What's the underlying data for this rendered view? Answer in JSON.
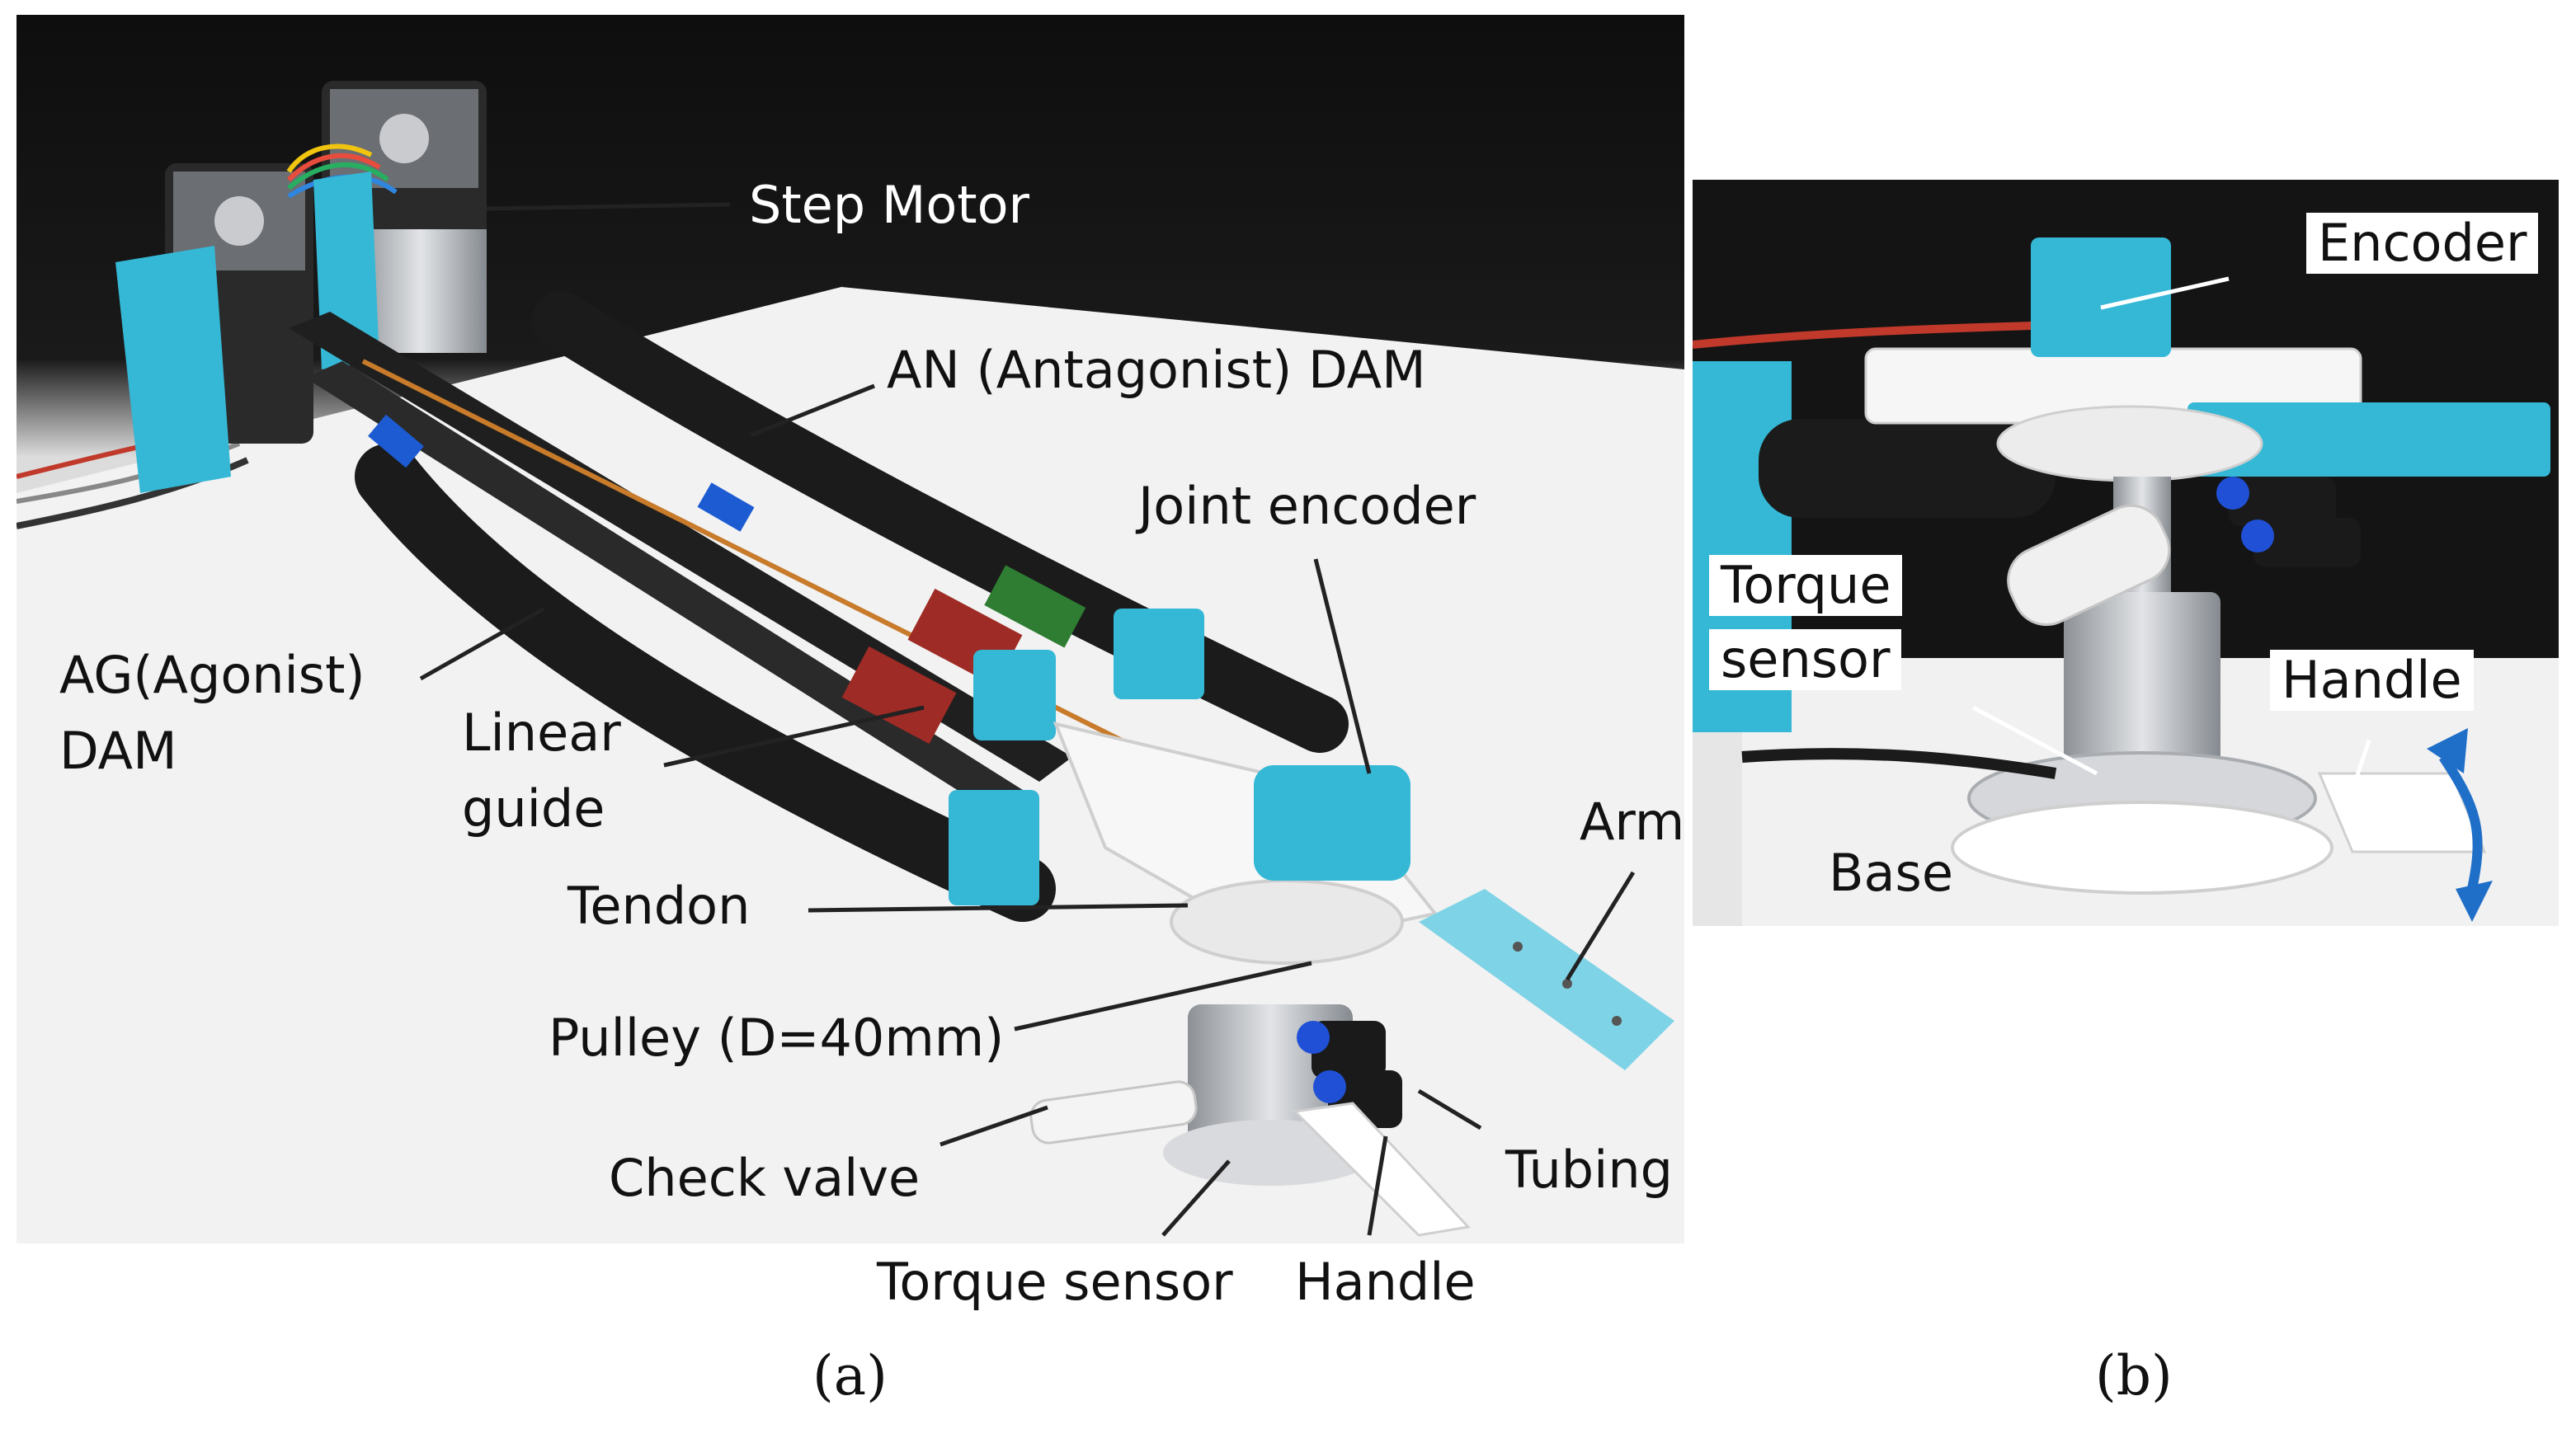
{
  "panel_a": {
    "caption": "(a)",
    "labels": {
      "step_motor": "Step Motor",
      "an_dam": "AN (Antagonist) DAM",
      "joint_encoder": "Joint encoder",
      "ag_dam_line1": "AG(Agonist)",
      "ag_dam_line2": "DAM",
      "linear_guide_line1": "Linear",
      "linear_guide_line2": "guide",
      "tendon": "Tendon",
      "arm": "Arm",
      "pulley": "Pulley (D=40mm)",
      "check_valve": "Check valve",
      "tubing": "Tubing",
      "torque_sensor": "Torque sensor",
      "handle": "Handle"
    }
  },
  "panel_b": {
    "caption": "(b)",
    "labels": {
      "encoder": "Encoder",
      "torque_sensor_line1": "Torque",
      "torque_sensor_line2": "sensor",
      "handle": "Handle",
      "base": "Base"
    }
  },
  "colors": {
    "backdrop_dark": "#151515",
    "table_white": "#f3f3f3",
    "printed_part_cyan": "#35b8d6",
    "cable_black": "#1b1b1b",
    "metal": "#b9bcc0",
    "arrow_blue": "#1f6fc8"
  }
}
